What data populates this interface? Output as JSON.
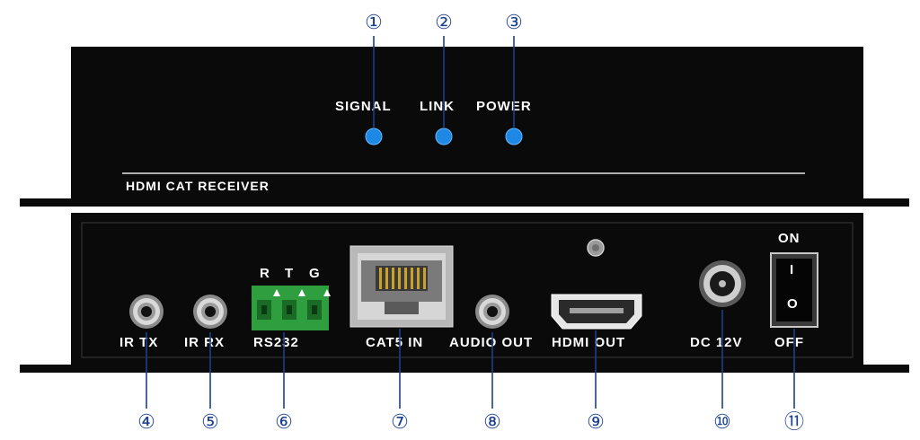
{
  "device": {
    "name": "HDMI CAT RECEIVER"
  },
  "front_panel": {
    "leds": [
      {
        "callout": "①",
        "label": "SIGNAL"
      },
      {
        "callout": "②",
        "label": "LINK"
      },
      {
        "callout": "③",
        "label": "POWER"
      }
    ],
    "led_color": "#1e88e5"
  },
  "rear_panel": {
    "ports": [
      {
        "callout": "④",
        "label": "IR TX"
      },
      {
        "callout": "⑤",
        "label": "IR RX"
      },
      {
        "callout": "⑥",
        "label": "RS232",
        "pins": [
          "R",
          "T",
          "G"
        ]
      },
      {
        "callout": "⑦",
        "label": "CAT5 IN"
      },
      {
        "callout": "⑧",
        "label": "AUDIO OUT"
      },
      {
        "callout": "⑨",
        "label": "HDMI OUT"
      },
      {
        "callout": "⑩",
        "label": "DC 12V"
      },
      {
        "callout": "⑪",
        "label": "OFF",
        "top_label": "ON",
        "switch_marks": [
          "I",
          "O"
        ]
      }
    ],
    "terminal_color": "#2e9e3e"
  },
  "colors": {
    "panel": "#0a0a0a",
    "leader": "#1a3f8f",
    "callout": "#1a3f8f"
  }
}
